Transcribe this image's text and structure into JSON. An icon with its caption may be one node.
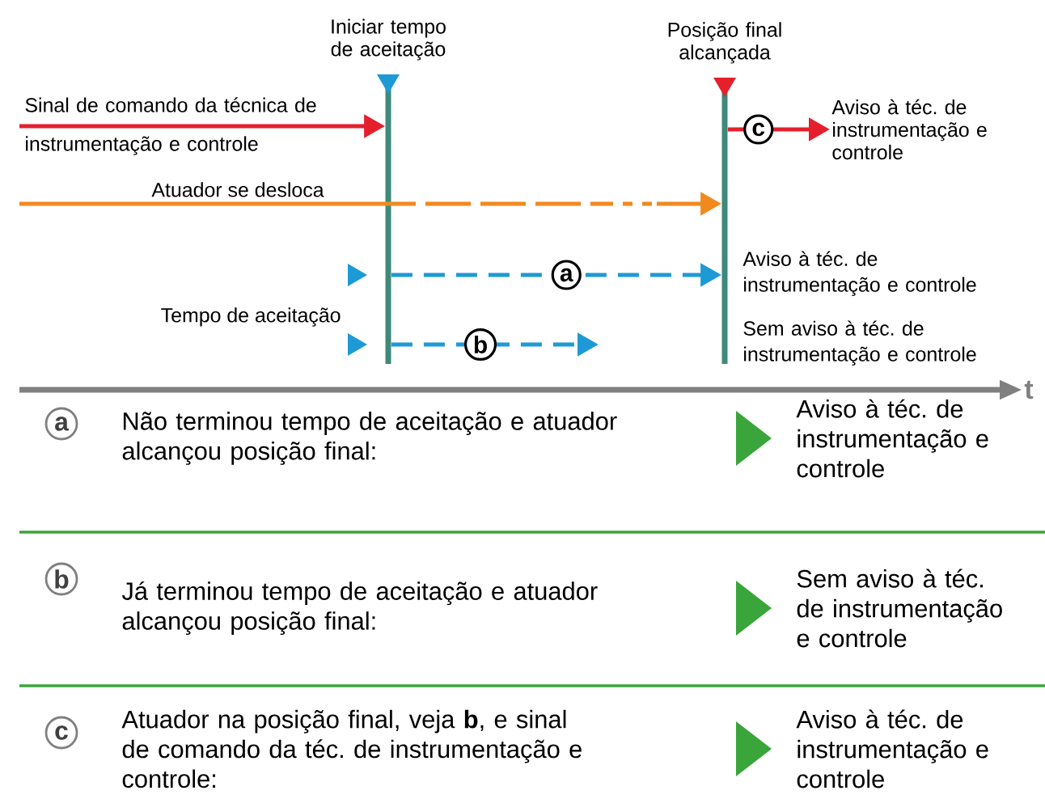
{
  "diagram": {
    "nodes": [
      {
        "text": [
          "Iniciar tempo de aceitação"
        ]
      },
      {
        "text": [
          "Posição final alcançada"
        ]
      },
      {
        "text": [
          "Aviso à téc. de instrumentação e controle"
        ]
      }
    ],
    "edges": [
      {
        "from": null,
        "to": 0,
        "arrow": "to",
        "label": "Sinal de comando da técnica de instrumentação e controle",
        "color": "#e3202c"
      },
      {
        "from": null,
        "to": 1,
        "arrow": "to",
        "label": "Atuador se desloca",
        "style": "dashed",
        "color": "#f08a1f"
      },
      {
        "from": 0,
        "to": 1,
        "arrow": "to",
        "label": "a",
        "style": "dashed",
        "color": "#1d9ad6"
      },
      {
        "from": 0,
        "to": null,
        "arrow": "to",
        "label": "b",
        "style": "dashed",
        "color": "#1d9ad6"
      },
      {
        "from": 1,
        "to": 2,
        "arrow": "to",
        "label": "c",
        "color": "#e3202c"
      }
    ],
    "labels": [
      "Aviso à téc. de instrumentação e controle",
      "Tempo de aceitação",
      "Sem aviso à téc. de instrumentação e controle",
      "t",
      "a",
      "Não terminou tempo de aceitação e atuador alcançou posição final:",
      "Aviso à téc. de instrumentação e controle",
      "b",
      "Já terminou tempo de aceitação e atuador alcançou posição final:",
      "Sem aviso à téc. de instrumentação e controle",
      "c",
      "Atuador na posição final, veja **b**, e sinal de comando da téc. de instrumentação e controle:",
      "Aviso à téc. de instrumentação e controle"
    ]
  }
}
